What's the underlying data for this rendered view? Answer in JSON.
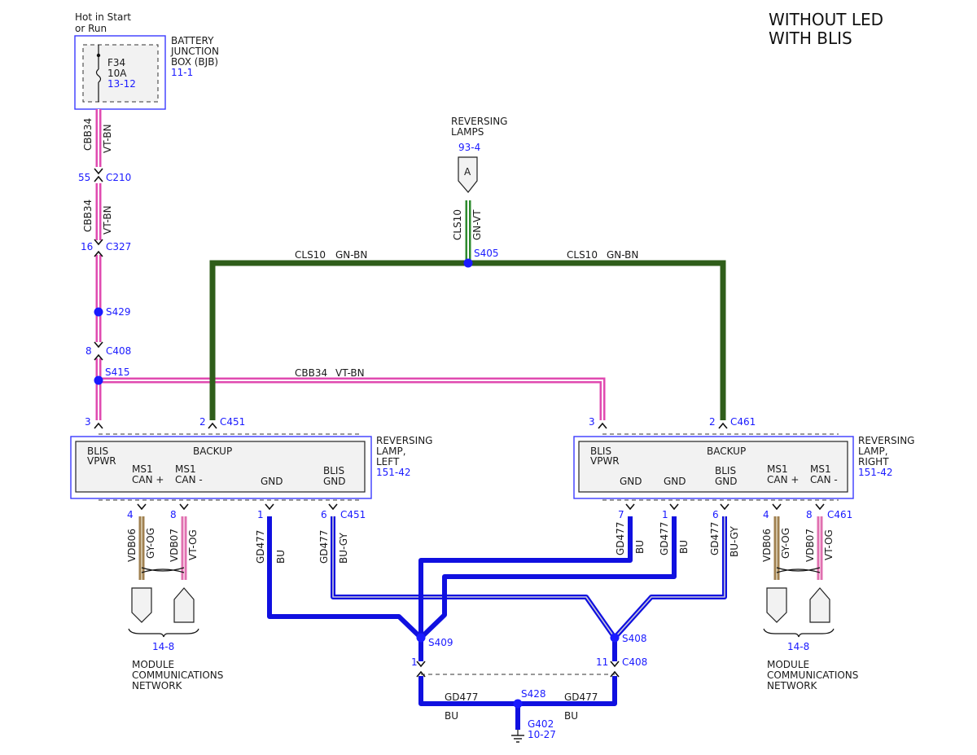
{
  "title": [
    "WITHOUT LED",
    "WITH BLIS"
  ],
  "colors": {
    "vt_bn": "#e04ab0",
    "gn_bn": "#2f5e1a",
    "gn_vt": "#2e8b2e",
    "bu": "#1010e0",
    "gy_og": "#a08050",
    "vt_og": "#e070b0",
    "ref": "#1a1aff"
  },
  "battery": {
    "hot_line1": "Hot in Start",
    "hot_line2": "or Run",
    "name": [
      "BATTERY",
      "JUNCTION",
      "BOX (BJB)"
    ],
    "ref": "11-1",
    "fuse": "F34",
    "amps": "10A",
    "fuse_ref": "13-12"
  },
  "circuits": {
    "cbb34": "CBB34",
    "vt_bn": "VT-BN",
    "cls10": "CLS10",
    "gn_bn": "GN-BN",
    "gn_vt": "GN-VT",
    "vdb06": "VDB06",
    "gy_og": "GY-OG",
    "vdb07": "VDB07",
    "vt_og": "VT-OG",
    "gd477": "GD477",
    "bu": "BU",
    "bu_gy": "BU-GY"
  },
  "connectors": {
    "c210": "C210",
    "c210_pin": "55",
    "c327": "C327",
    "c327_pin": "16",
    "c408": "C408",
    "c408_pin": "8",
    "c451": "C451",
    "c461": "C461",
    "c408_pin_left": "1",
    "c408_pin_right": "11"
  },
  "splices": {
    "s429": "S429",
    "s415": "S415",
    "s405": "S405",
    "s409": "S409",
    "s408": "S408",
    "s428": "S428"
  },
  "ground": {
    "name": "G402",
    "ref": "10-27"
  },
  "reversing_lamps": {
    "name": [
      "REVERSING",
      "LAMPS"
    ],
    "ref": "93-4",
    "connector_letter": "A"
  },
  "left_lamp": {
    "name": [
      "REVERSING",
      "LAMP,",
      "LEFT"
    ],
    "ref": "151-42",
    "pins_top": [
      "3",
      "2"
    ],
    "labels": {
      "blis_vpwr": [
        "BLIS",
        "VPWR"
      ],
      "backup": "BACKUP",
      "ms1_can_plus": [
        "MS1",
        "CAN +"
      ],
      "ms1_can_minus": [
        "MS1",
        "CAN -"
      ],
      "gnd": "GND",
      "blis_gnd": [
        "BLIS",
        "GND"
      ]
    },
    "pins_bottom": [
      "4",
      "8",
      "1",
      "6"
    ]
  },
  "right_lamp": {
    "name": [
      "REVERSING",
      "LAMP,",
      "RIGHT"
    ],
    "ref": "151-42",
    "pins_top": [
      "3",
      "2"
    ],
    "labels": {
      "blis_vpwr": [
        "BLIS",
        "VPWR"
      ],
      "backup": "BACKUP",
      "gnd1": "GND",
      "gnd2": "GND",
      "blis_gnd": [
        "BLIS",
        "GND"
      ],
      "ms1_can_plus": [
        "MS1",
        "CAN +"
      ],
      "ms1_can_minus": [
        "MS1",
        "CAN -"
      ]
    },
    "pins_bottom": [
      "7",
      "1",
      "6",
      "4",
      "8"
    ]
  },
  "module_network": {
    "ref": "14-8",
    "name": [
      "MODULE",
      "COMMUNICATIONS",
      "NETWORK"
    ]
  }
}
